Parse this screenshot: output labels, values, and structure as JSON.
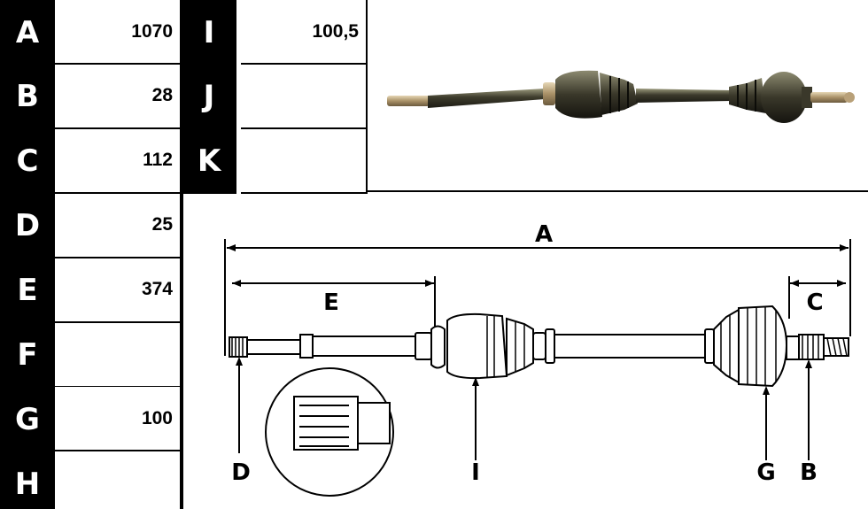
{
  "left_table": [
    {
      "key": "A",
      "value": "1070"
    },
    {
      "key": "B",
      "value": "28"
    },
    {
      "key": "C",
      "value": "112"
    },
    {
      "key": "D",
      "value": "25"
    },
    {
      "key": "E",
      "value": "374"
    },
    {
      "key": "F",
      "value": ""
    },
    {
      "key": "G",
      "value": "100"
    },
    {
      "key": "H",
      "value": ""
    }
  ],
  "mid_table": [
    {
      "key": "I",
      "value": "100,5"
    },
    {
      "key": "J",
      "value": ""
    },
    {
      "key": "K",
      "value": ""
    }
  ],
  "drawing_labels": {
    "A": "A",
    "B": "B",
    "C": "C",
    "D": "D",
    "E": "E",
    "G": "G",
    "I": "I"
  },
  "colors": {
    "key_bg": "#000000",
    "key_fg": "#ffffff",
    "line": "#000000",
    "shaft_photo": "#3d3b2c"
  }
}
